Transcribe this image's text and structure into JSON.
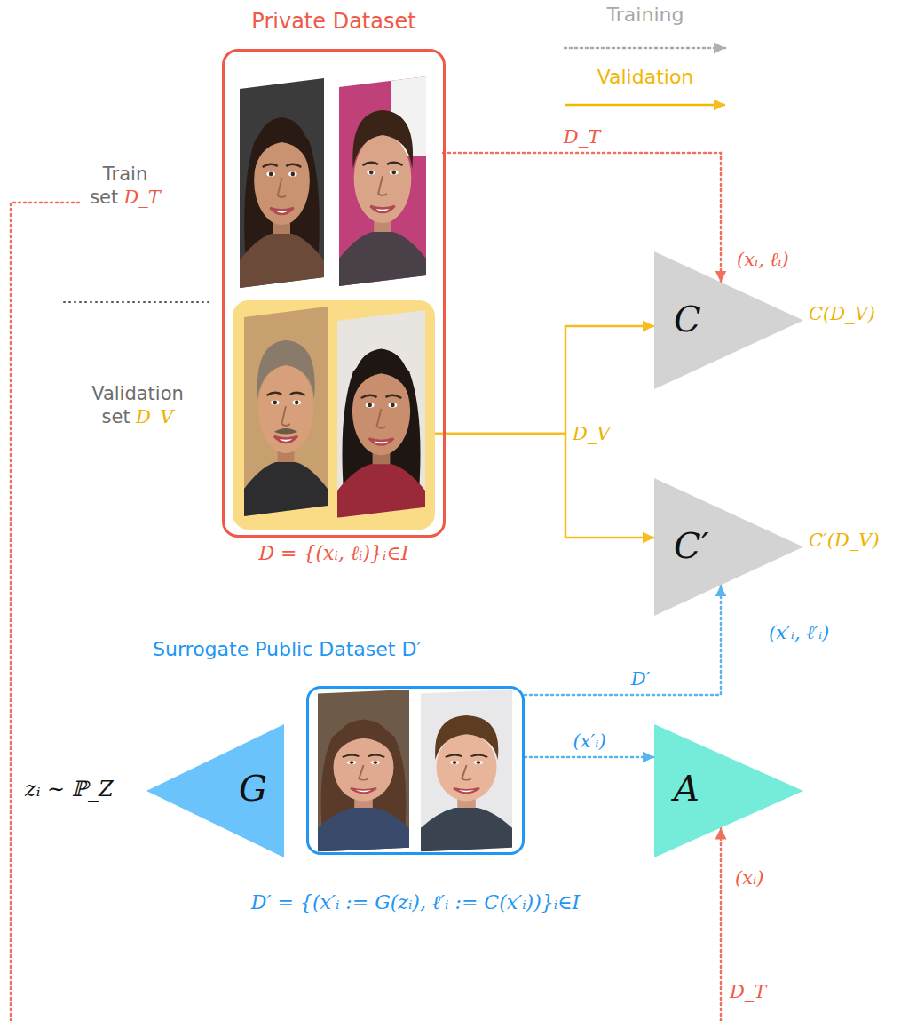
{
  "diagram": {
    "nodes": [
      {
        "text": [
          "Private Dataset",
          "D = {(xᵢ, ℓᵢ)}ᵢ∈I"
        ]
      },
      {
        "text": [
          "Train set",
          "D_T"
        ],
        "in": 0
      },
      {
        "text": [
          "Validation set",
          "D_V"
        ],
        "in": 0
      },
      {
        "text": [
          "C",
          "C(D_V)"
        ]
      },
      {
        "text": [
          "C′",
          "C′(D_V)"
        ]
      },
      {
        "text": [
          "Surrogate Public Dataset D′",
          "D′ = {(x′ᵢ := G(zᵢ), ℓ′ᵢ := C(x′ᵢ))}ᵢ∈I"
        ]
      },
      {
        "text": [
          "G"
        ]
      },
      {
        "text": [
          "A"
        ]
      }
    ],
    "edges": [
      {
        "from": 1,
        "to": 3,
        "arrow": "to",
        "label": "D_T"
      },
      {
        "from": 2,
        "to": 3,
        "arrow": "to",
        "label": "D_V"
      },
      {
        "from": 2,
        "to": 4,
        "arrow": "to"
      },
      {
        "from": 5,
        "to": 4,
        "arrow": "to",
        "label": "D′"
      },
      {
        "from": 5,
        "to": 7,
        "arrow": "to",
        "label": "(x′ᵢ)"
      },
      {
        "from": 1,
        "to": 7,
        "arrow": "to",
        "label": "D_T"
      }
    ],
    "labels": [
      "(xᵢ, ℓᵢ)",
      "(x′ᵢ, ℓ′ᵢ)",
      "(xᵢ)",
      "zᵢ ∼ ℙ_Z"
    ],
    "legend": [
      {
        "text": "Training"
      },
      {
        "text": "Validation"
      }
    ]
  }
}
